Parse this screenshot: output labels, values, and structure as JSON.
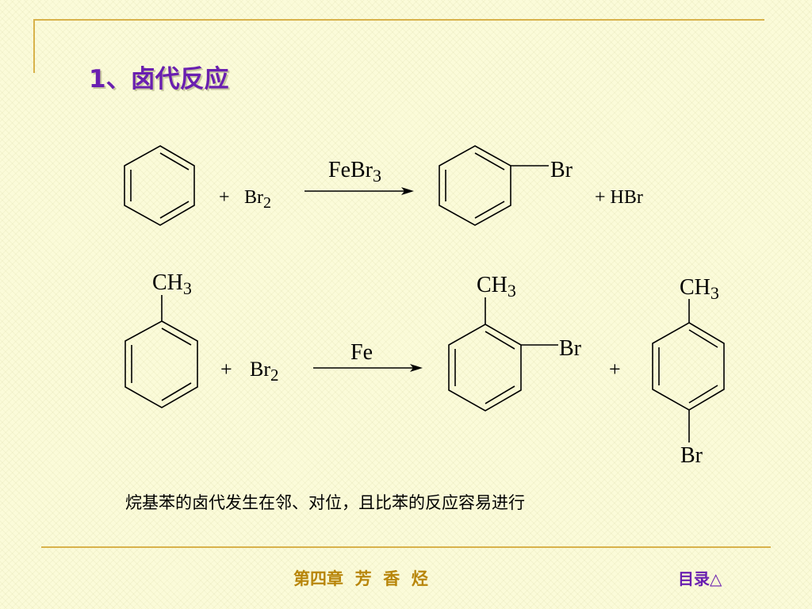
{
  "title": "1、卤代反应",
  "reaction1": {
    "plus": "+",
    "reagent": "Br",
    "reagent_sub": "2",
    "catalyst": "FeBr",
    "catalyst_sub": "3",
    "product_substituent": "Br",
    "byproduct": "+ HBr"
  },
  "reaction2": {
    "start_substituent": "CH",
    "start_substituent_sub": "3",
    "plus": "+",
    "reagent": "Br",
    "reagent_sub": "2",
    "catalyst": "Fe",
    "ortho_methyl": "CH",
    "ortho_methyl_sub": "3",
    "ortho_bromo": "Br",
    "between_plus": "+",
    "para_methyl": "CH",
    "para_methyl_sub": "3",
    "para_bromo": "Br"
  },
  "note": "烷基苯的卤代发生在邻、对位，且比苯的反应容易进行",
  "footer": {
    "chapter": "第四章  芳  香  烃",
    "toc": "目录",
    "toc_icon": "△"
  },
  "colors": {
    "background": "#fbfbd9",
    "frame": "#d8b24a",
    "title": "#6a1fb0",
    "chapter": "#b8860b"
  },
  "icons": {
    "toc": "triangle-icon",
    "arrow": "reaction-arrow-icon"
  }
}
